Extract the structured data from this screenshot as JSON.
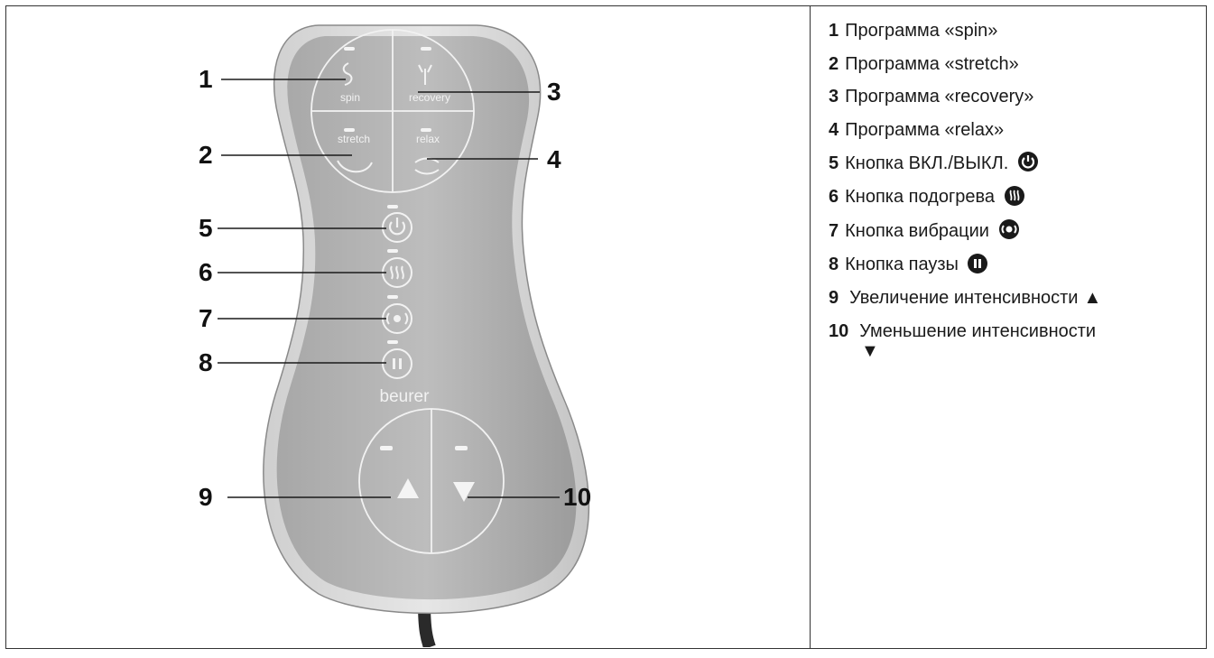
{
  "device": {
    "buttons": {
      "spin": "spin",
      "recovery": "recovery",
      "stretch": "stretch",
      "relax": "relax"
    },
    "brand": "beurer"
  },
  "callouts": [
    "1",
    "2",
    "3",
    "4",
    "5",
    "6",
    "7",
    "8",
    "9",
    "10"
  ],
  "legend": [
    {
      "num": "1",
      "text": "Программа «spin»"
    },
    {
      "num": "2",
      "text": "Программа «stretch»"
    },
    {
      "num": "3",
      "text": "Программа «recovery»"
    },
    {
      "num": "4",
      "text": "Программа «relax»"
    },
    {
      "num": "5",
      "text": "Кнопка ВКЛ./ВЫКЛ.",
      "icon": "power-icon"
    },
    {
      "num": "6",
      "text": "Кнопка подогрева",
      "icon": "heat-icon"
    },
    {
      "num": "7",
      "text": "Кнопка вибрации",
      "icon": "vibration-icon"
    },
    {
      "num": "8",
      "text": "Кнопка паузы",
      "icon": "pause-icon"
    },
    {
      "num": "9",
      "text": "Увеличение интенсивности",
      "symbol": "▲"
    },
    {
      "num": "10",
      "text": "Уменьшение интенсивности",
      "symbol": "▼"
    }
  ]
}
